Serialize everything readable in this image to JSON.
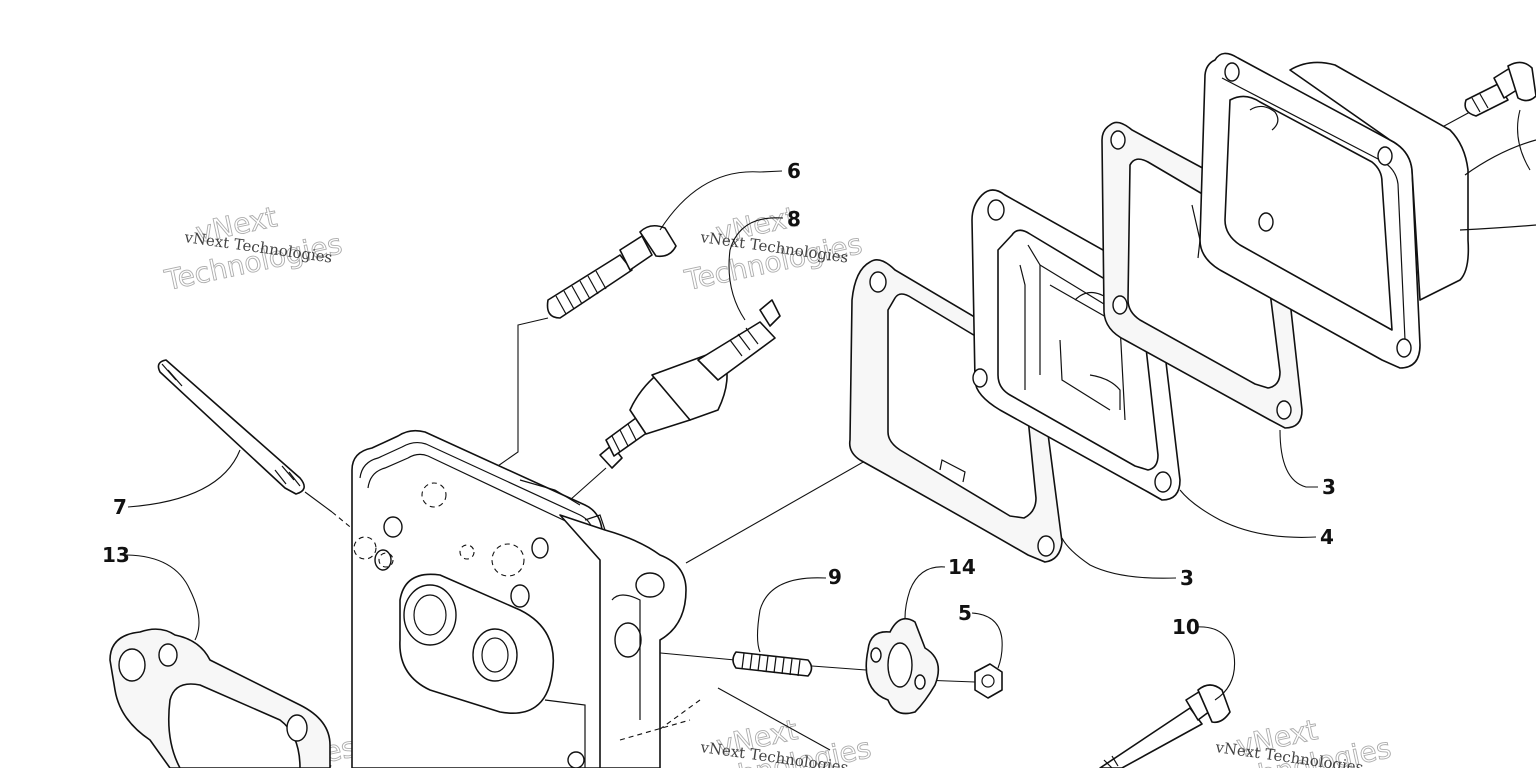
{
  "callouts": {
    "c6": "6",
    "c8": "8",
    "c7": "7",
    "c13": "13",
    "c9": "9",
    "c14": "14",
    "c5": "5",
    "c10": "10",
    "c3a": "3",
    "c4": "4",
    "c3b": "3"
  },
  "watermark": {
    "line1": "vNext Technologies",
    "outline_top": "vNext",
    "outline_bottom": "Technologies"
  },
  "colors": {
    "line": "#111111",
    "background": "#ffffff",
    "watermark": "#777777"
  }
}
